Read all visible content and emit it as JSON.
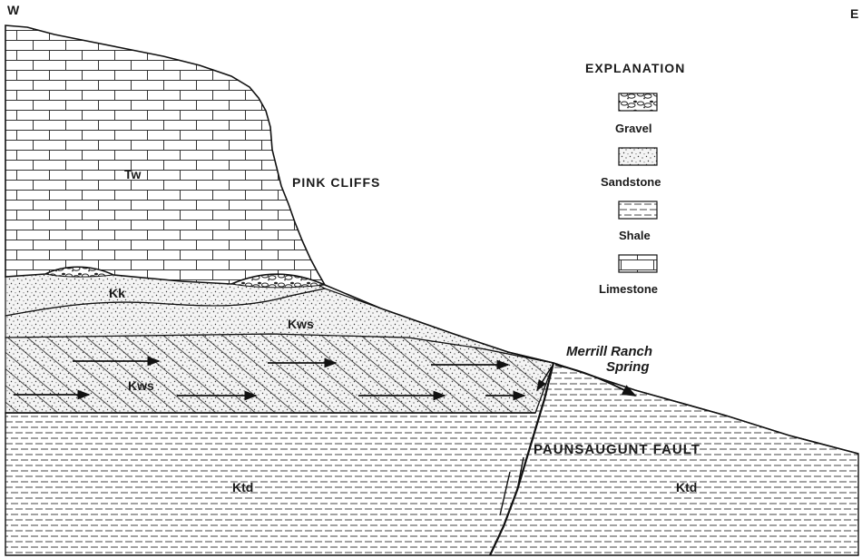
{
  "directions": {
    "west": "W",
    "east": "E"
  },
  "units": {
    "tw": "Tw",
    "kk": "Kk",
    "kws_upper": "Kws",
    "kws_lower": "Kws",
    "ktd_west": "Ktd",
    "ktd_east": "Ktd"
  },
  "features": {
    "pink_cliffs": "PINK CLIFFS",
    "spring_line1": "Merrill Ranch",
    "spring_line2": "Spring",
    "fault": "PAUNSAUGUNT FAULT"
  },
  "legend": {
    "title": "EXPLANATION",
    "items": [
      {
        "pattern": "gravel",
        "label": "Gravel"
      },
      {
        "pattern": "sandstone",
        "label": "Sandstone"
      },
      {
        "pattern": "shale",
        "label": "Shale"
      },
      {
        "pattern": "limestone",
        "label": "Limestone"
      }
    ]
  }
}
